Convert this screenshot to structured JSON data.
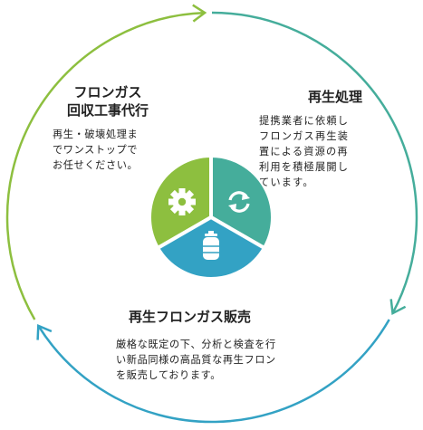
{
  "colors": {
    "green": "#8dbf3f",
    "teal": "#45ad9b",
    "blue": "#33a2c4",
    "text": "#222222"
  },
  "segments": [
    {
      "id": "collection",
      "icon": "gear-icon",
      "color": "#8dbf3f",
      "title": "フロンガス\n回収工事代行",
      "description": "再生・破壊処理ま\nでワンストップで\nお任せください。"
    },
    {
      "id": "recycle",
      "icon": "recycle-arrows-icon",
      "color": "#45ad9b",
      "title": "再生処理",
      "description": "提携業者に依頼し\nフロンガス再生装\n置による資源の再\n利用を積極展開し\nています。"
    },
    {
      "id": "sales",
      "icon": "gas-cylinder-icon",
      "color": "#33a2c4",
      "title": "再生フロンガス販売",
      "description": "厳格な既定の下、分析と検査を行\nい新品同様の高品質な再生フロン\nを販売しております。"
    }
  ]
}
